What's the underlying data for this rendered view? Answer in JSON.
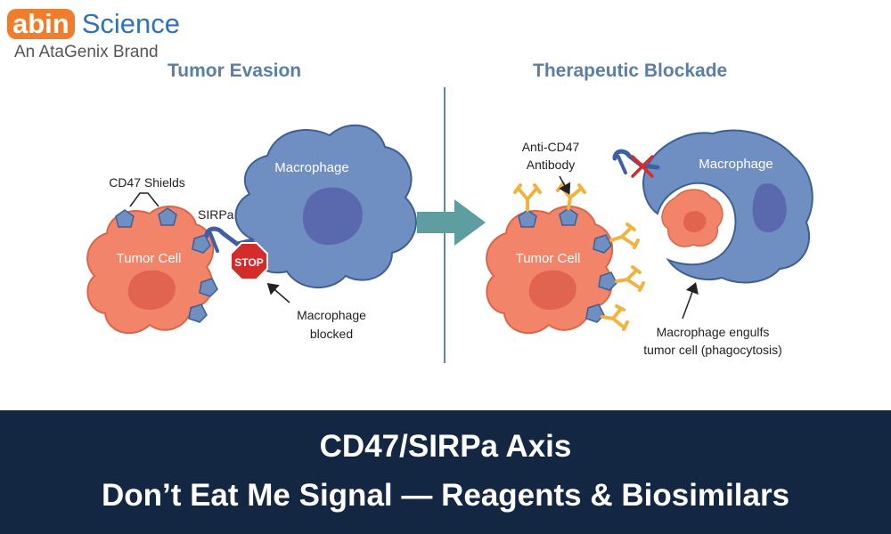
{
  "brand": {
    "logo_part1": "abin",
    "logo_part2": "Science",
    "tagline": "An AtaGenix Brand"
  },
  "left_panel": {
    "title": "Tumor Evasion",
    "tumor_label": "Tumor Cell",
    "macrophage_label": "Macrophage",
    "cd47_label": "CD47 Shields",
    "sirpa_label": "SIRPa",
    "stop_label": "STOP",
    "blocked_line1": "Macrophage",
    "blocked_line2": "blocked"
  },
  "right_panel": {
    "title": "Therapeutic Blockade",
    "tumor_label": "Tumor Cell",
    "macrophage_label": "Macrophage",
    "antibody_line1": "Anti-CD47",
    "antibody_line2": "Antibody",
    "engulf_line1": "Macrophage engulfs",
    "engulf_line2": "tumor cell (phagocytosis)"
  },
  "banner": {
    "line1": "CD47/SIRPa Axis",
    "line2": "Don’t Eat Me Signal — Reagents & Biosimilars"
  },
  "colors": {
    "tumor": "#f2846a",
    "macrophage": "#6f8fc3",
    "nucleus": "#5a6fb0",
    "antibody": "#f0b33f",
    "stop": "#d62b2b",
    "arrow": "#5f9ea0",
    "banner": "#132743"
  }
}
